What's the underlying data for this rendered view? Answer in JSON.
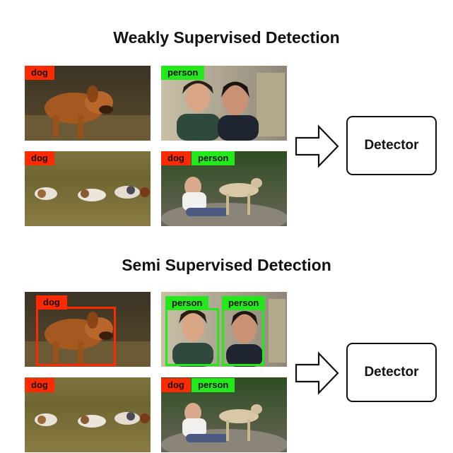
{
  "weak": {
    "title": "Weakly Supervised Detection",
    "detector_label": "Detector",
    "images": [
      {
        "tags": [
          "dog"
        ]
      },
      {
        "tags": [
          "person"
        ]
      },
      {
        "tags": [
          "dog"
        ]
      },
      {
        "tags": [
          "dog",
          "person"
        ]
      }
    ]
  },
  "semi": {
    "title": "Semi Supervised Detection",
    "detector_label": "Detector",
    "images": [
      {
        "tags": [
          "dog"
        ]
      },
      {
        "tags": [
          "person",
          "person"
        ]
      },
      {
        "tags": [
          "dog"
        ]
      },
      {
        "tags": [
          "dog",
          "person"
        ]
      }
    ]
  },
  "colors": {
    "dog_tag": "#ff2a00",
    "person_tag": "#22e81c"
  }
}
